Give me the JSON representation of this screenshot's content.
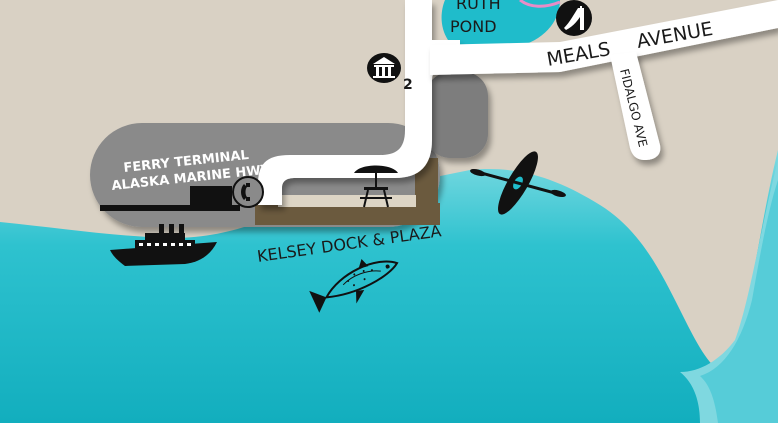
{
  "map": {
    "labels": {
      "pond_line1": "RUTH",
      "pond_line2": "POND",
      "meals_avenue_part1": "MEALS",
      "meals_avenue_part2": "AVENUE",
      "fidalgo_ave": "FIDALGO AVE",
      "ferry_terminal": "FERRY TERMINAL",
      "alaska_marine_hwy": "ALASKA MARINE HWY",
      "kelsey_dock_plaza": "KELSEY DOCK & PLAZA",
      "museum_number": "2"
    },
    "icons": [
      "museum-icon",
      "playground-slide-icon",
      "phone-icon",
      "picnic-table-icon",
      "ferry-ship-icon",
      "kayak-icon",
      "salmon-fish-icon"
    ],
    "colors": {
      "land": "#d9d1c4",
      "water": "#1fbccb",
      "water_light": "#7fd8e0",
      "road": "#ffffff",
      "terminal": "#8c8c8c",
      "dock": "#6b5a3e"
    }
  }
}
